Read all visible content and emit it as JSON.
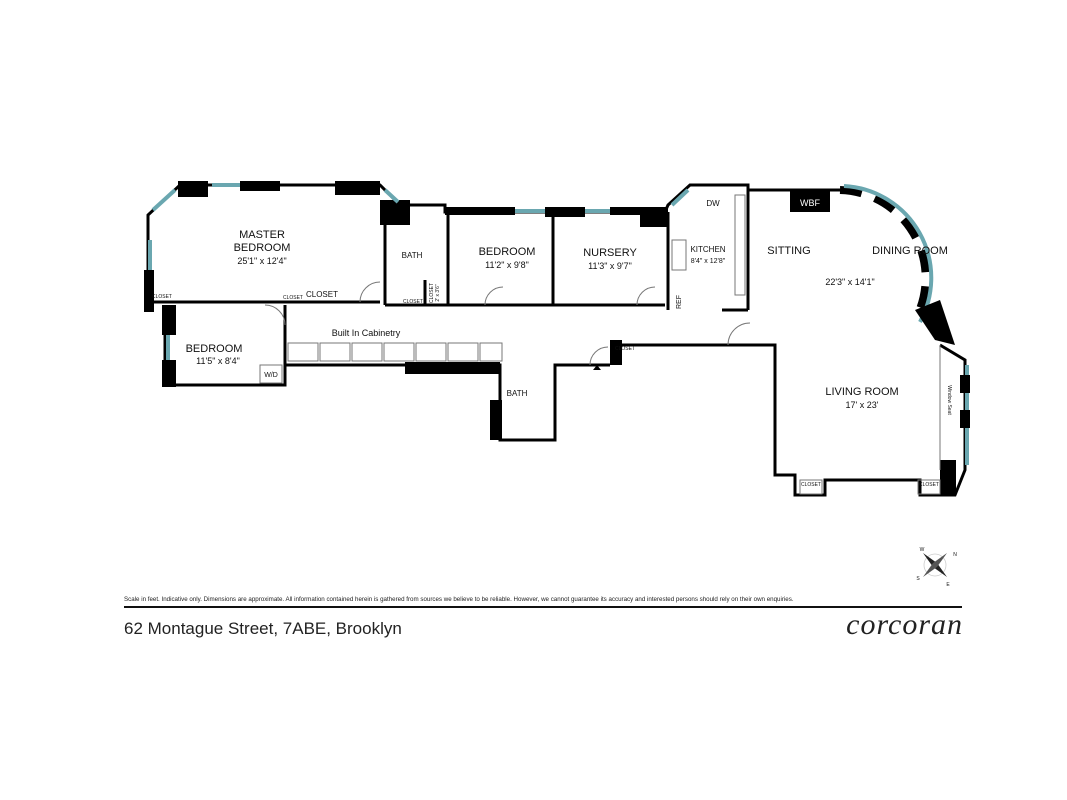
{
  "rooms": {
    "master_bedroom": {
      "name_line1": "MASTER",
      "name_line2": "BEDROOM",
      "dims": "25'1\" x 12'4\""
    },
    "bedroom_small": {
      "name": "BEDROOM",
      "dims": "11'5\" x 8'4\""
    },
    "bedroom": {
      "name": "BEDROOM",
      "dims": "11'2\" x 9'8\""
    },
    "nursery": {
      "name": "NURSERY",
      "dims": "11'3\" x 9'7\""
    },
    "kitchen": {
      "name": "KITCHEN",
      "dims": "8'4\" x 12'8\""
    },
    "sitting": {
      "name": "SITTING"
    },
    "dining": {
      "name": "DINING ROOM",
      "dims": "22'3\" x 14'1\""
    },
    "living": {
      "name": "LIVING ROOM",
      "dims": "17' x 23'"
    },
    "bath1": {
      "name": "BATH"
    },
    "bath2": {
      "name": "BATH"
    }
  },
  "labels": {
    "closet": "CLOSET",
    "closet_dims": "2' x 3'6\"",
    "built_in": "Built In Cabinetry",
    "wd": "W/D",
    "dw": "DW",
    "ref": "REF",
    "wbf": "WBF",
    "window_seat": "Window Seat"
  },
  "compass": {
    "n": "N",
    "s": "S",
    "e": "E",
    "w": "W"
  },
  "footer": {
    "disclaimer": "Scale in feet. Indicative only. Dimensions are approximate. All information contained herein is gathered from sources we believe to be reliable. However, we cannot guarantee its accuracy and interested persons should rely on their own enquiries.",
    "address": "62 Montague Street, 7ABE, Brooklyn",
    "logo": "corcoran"
  },
  "colors": {
    "wall": "#000000",
    "window": "#6aa7b0"
  }
}
